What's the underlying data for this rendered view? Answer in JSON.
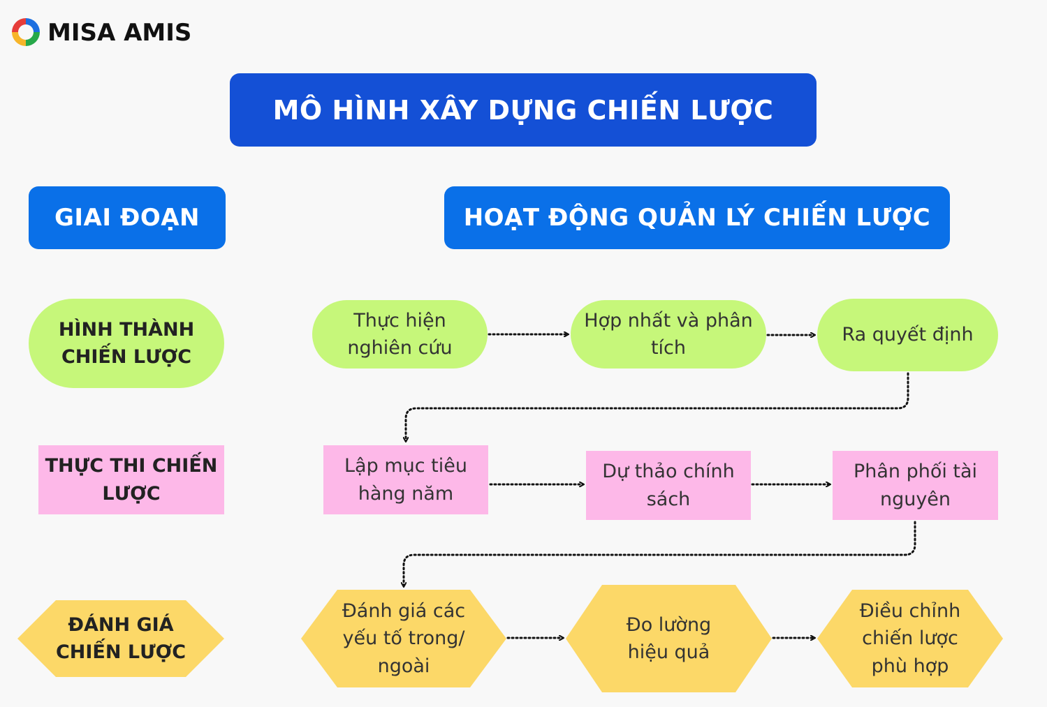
{
  "brand": {
    "name": "MISA AMIS",
    "logo_icon": "misa-ring-logo-icon",
    "colors": [
      "#e63d3a",
      "#f7b52a",
      "#27a84a",
      "#1d6fe0"
    ]
  },
  "title": "MÔ HÌNH XÂY DỰNG CHIẾN LƯỢC",
  "headers": {
    "stage": "GIAI ĐOẠN",
    "activity": "HOẠT ĐỘNG QUẢN LÝ CHIẾN LƯỢC"
  },
  "colors": {
    "title_bg": "#1450d6",
    "header_bg": "#0a70e8",
    "formulation": "#c6f77a",
    "implementation": "#fdb8e8",
    "evaluation": "#fcd868"
  },
  "stages": [
    {
      "name_lines": [
        "HÌNH THÀNH",
        "CHIẾN LƯỢC"
      ],
      "shape": "pill",
      "activities": [
        {
          "lines": [
            "Thực hiện",
            "nghiên cứu"
          ]
        },
        {
          "lines": [
            "Hợp nhất và phân",
            "tích"
          ]
        },
        {
          "lines": [
            "Ra quyết định"
          ]
        }
      ]
    },
    {
      "name_lines": [
        "THỰC THI CHIẾN",
        "LƯỢC"
      ],
      "shape": "rectangle",
      "activities": [
        {
          "lines": [
            "Lập mục tiêu",
            "hàng năm"
          ]
        },
        {
          "lines": [
            "Dự thảo chính",
            "sách"
          ]
        },
        {
          "lines": [
            "Phân phối tài",
            "nguyên"
          ]
        }
      ]
    },
    {
      "name_lines": [
        "ĐÁNH GIÁ",
        "CHIẾN LƯỢC"
      ],
      "shape": "hexagon",
      "activities": [
        {
          "lines": [
            "Đánh giá các",
            "yếu tố trong/",
            "ngoài"
          ]
        },
        {
          "lines": [
            "Đo lường",
            "hiệu quả"
          ]
        },
        {
          "lines": [
            "Điều chỉnh",
            "chiến lược",
            "phù hợp"
          ]
        }
      ]
    }
  ]
}
